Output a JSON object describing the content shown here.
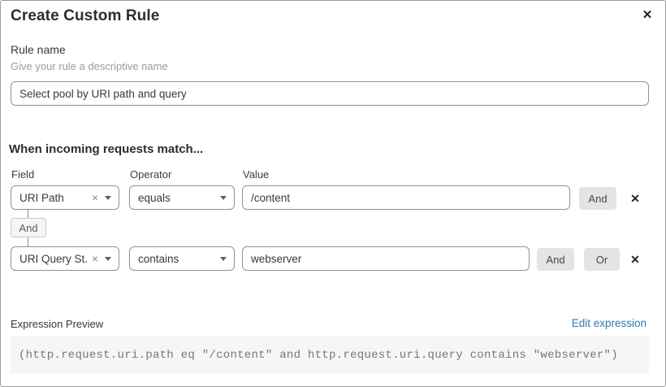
{
  "dialog": {
    "title": "Create Custom Rule"
  },
  "icons": {
    "close": "✕",
    "remove": "✕",
    "clear": "×"
  },
  "rule_name": {
    "label": "Rule name",
    "helper": "Give your rule a descriptive name",
    "value": "Select pool by URI path and query"
  },
  "matcher": {
    "heading": "When incoming requests match...",
    "column_labels": {
      "field": "Field",
      "operator": "Operator",
      "value": "Value"
    },
    "rows": [
      {
        "field": "URI Path",
        "operator": "equals",
        "value": "/content",
        "connectors": [
          "And"
        ]
      },
      {
        "field": "URI Query St...",
        "operator": "contains",
        "value": "webserver",
        "connectors": [
          "And",
          "Or"
        ]
      }
    ],
    "group_connector": "And"
  },
  "expression": {
    "label": "Expression Preview",
    "edit_link": "Edit expression",
    "code": "(http.request.uri.path eq \"/content\" and http.request.uri.query contains \"webserver\")"
  },
  "colors": {
    "link_blue": "#2c7cb0",
    "button_gray": "#e4e4e4",
    "code_background": "#f5f6f6",
    "input_border": "#919191"
  }
}
